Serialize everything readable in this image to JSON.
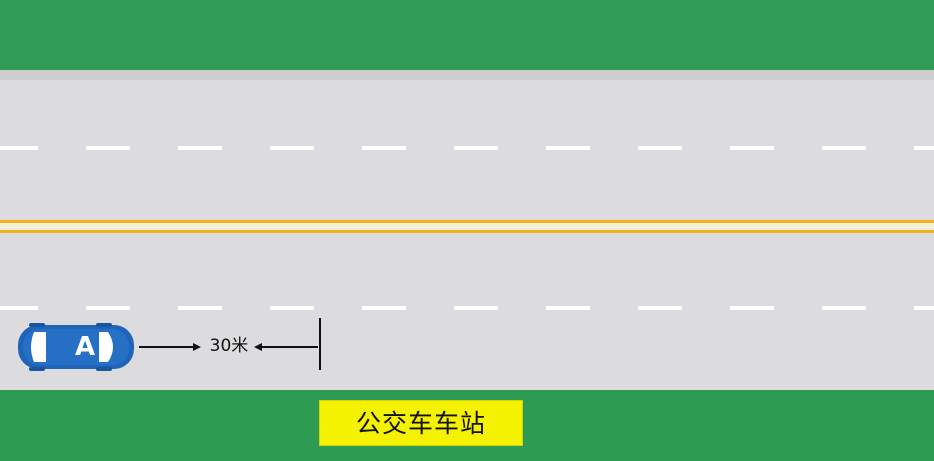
{
  "labels": {
    "vehicle": "A",
    "distance": "30米",
    "bus_stop": "公交车车站"
  },
  "colors": {
    "grass": "#2e9b52",
    "road": "#dcdbdd",
    "lane_dash": "#ffffff",
    "center_line": "#f2b21a",
    "car_body": "#1f64b8",
    "sign": "#f4f200"
  },
  "icons": {
    "vehicle": "car-top-view-icon",
    "arrows": "double-arrow-icon"
  }
}
